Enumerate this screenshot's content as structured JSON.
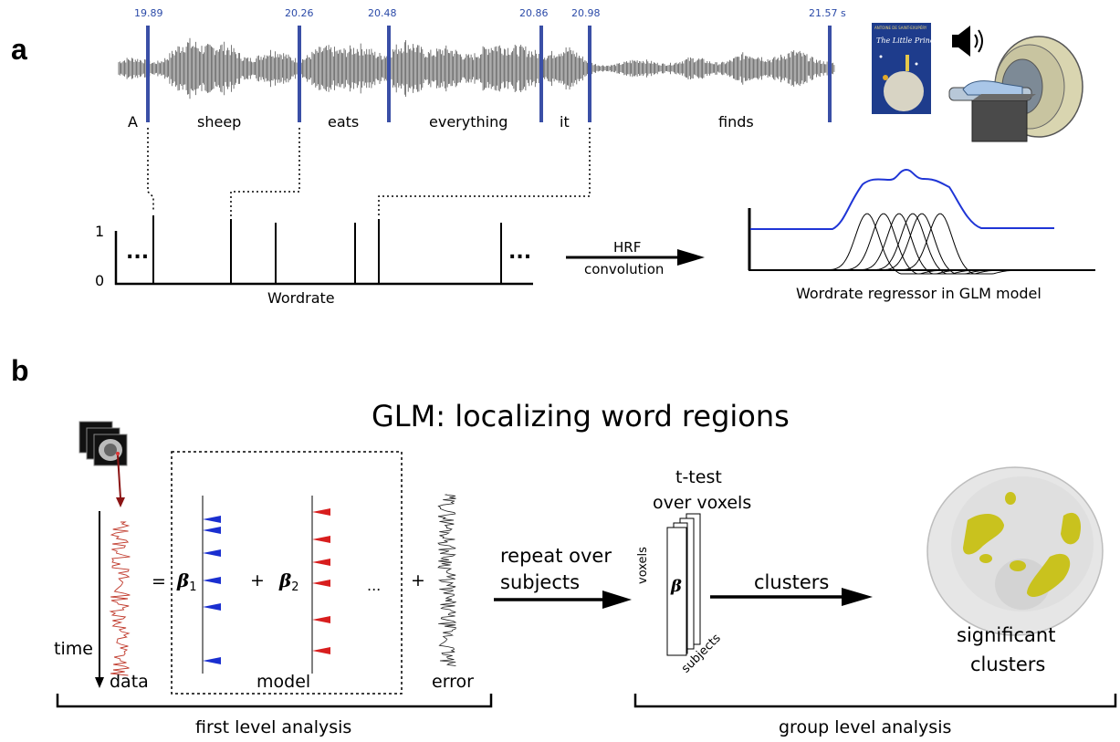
{
  "panel_a": {
    "letter": "a",
    "timestamps": [
      "19.89",
      "20.26",
      "20.48",
      "20.86",
      "20.98",
      "21.57 s"
    ],
    "words": [
      "A",
      "sheep",
      "eats",
      "everything",
      "it",
      "finds"
    ],
    "book_cover": {
      "author": "ANTOINE DE SAINT-EXUPÉRY",
      "title": "The Little Prince"
    },
    "wordrate": {
      "y_tick_1": "1",
      "y_tick_0": "0",
      "ellipsis_left": "...",
      "ellipsis_right": "...",
      "label": "Wordrate"
    },
    "convolution": {
      "line1": "HRF",
      "line2": "convolution"
    },
    "regressor_label": "Wordrate regressor in GLM model"
  },
  "panel_b": {
    "letter": "b",
    "title": "GLM: localizing word regions",
    "data_label": "data",
    "time_label": "time",
    "equals": "=",
    "beta1": "β",
    "beta1_sub": "1",
    "beta2": "β",
    "beta2_sub": "2",
    "plus1": "+",
    "plus2": "+",
    "dots": "...",
    "model_label": "model",
    "error_label": "error",
    "repeat_line1": "repeat over",
    "repeat_line2": "subjects",
    "ttest_line1": "t-test",
    "ttest_line2": "over voxels",
    "voxels_label": "voxels",
    "beta_stack": "β",
    "subjects_label": "subjects",
    "clusters_label": "clusters",
    "significant_line1": "significant",
    "significant_line2": "clusters",
    "first_level": "first level analysis",
    "group_level": "group level analysis"
  },
  "colors": {
    "marker_blue": "#3a4fa6",
    "regressor_blue": "#1f35d6",
    "model_blue": "#1a2fd0",
    "model_red": "#d81e1e",
    "data_red": "#c0392b",
    "cluster_yellow": "#c9c21e"
  }
}
